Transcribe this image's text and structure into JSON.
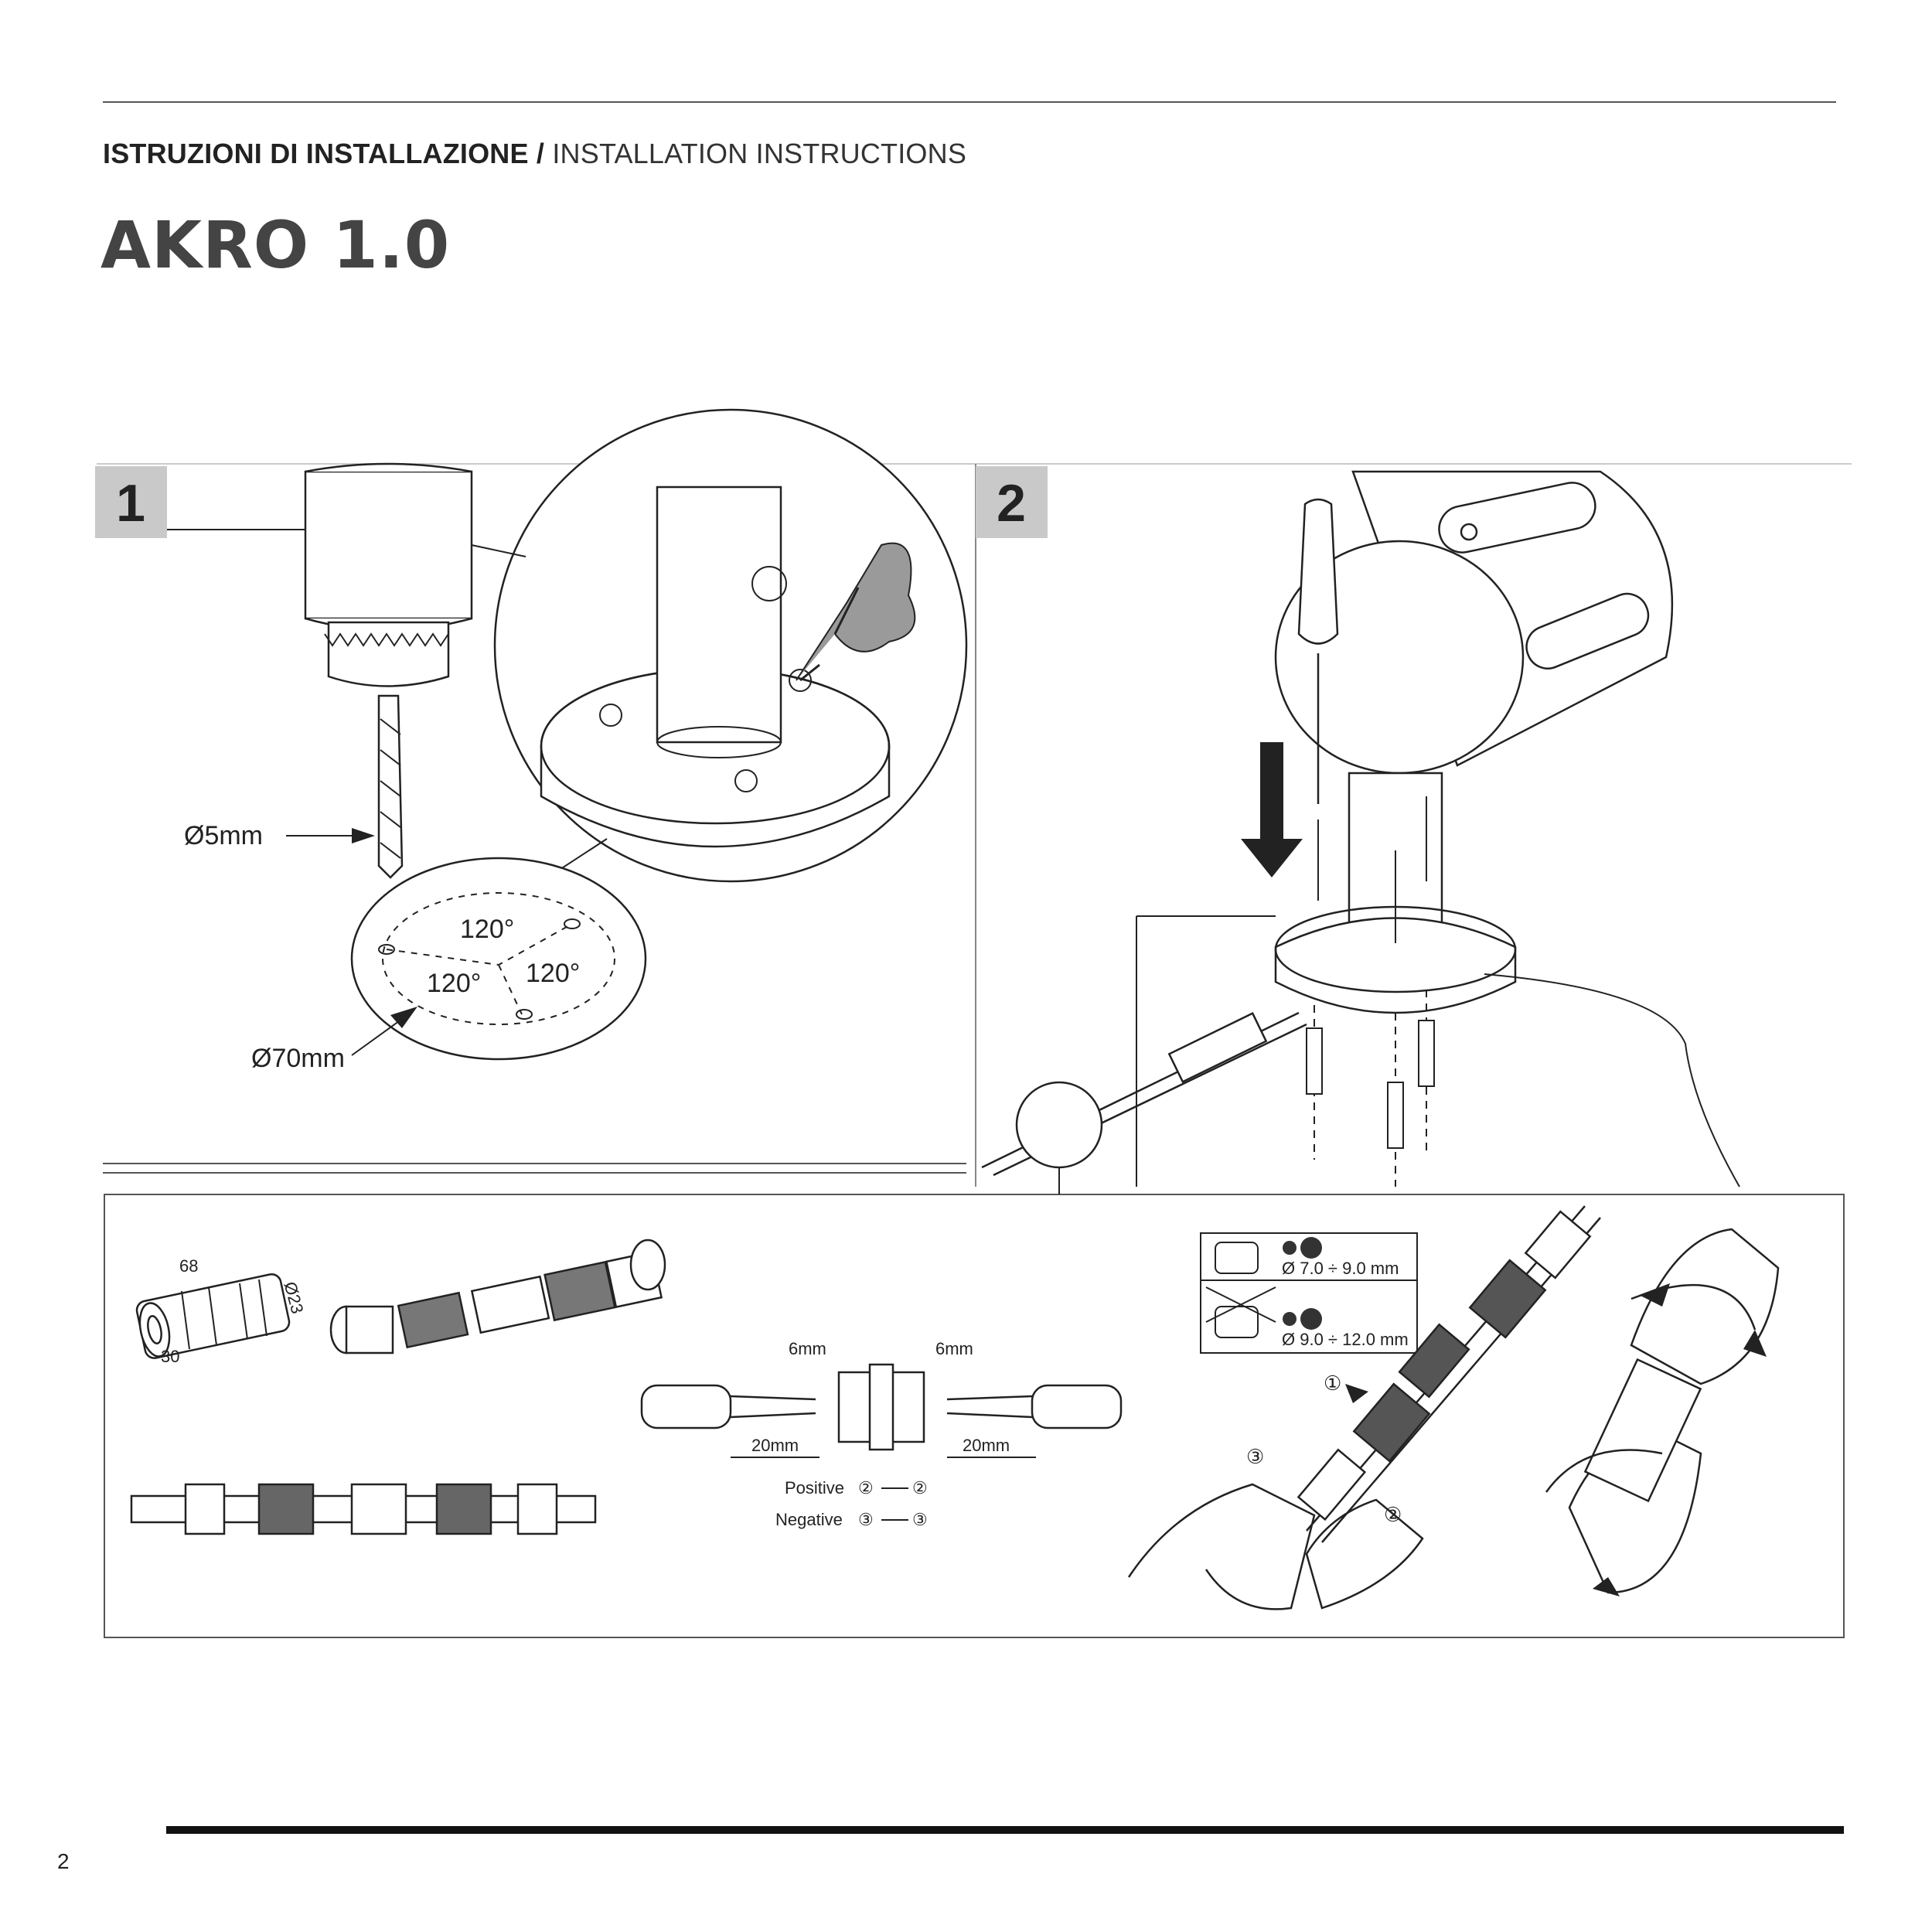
{
  "header": {
    "subtitle_it": "ISTRUZIONI DI INSTALLAZIONE /",
    "subtitle_en": " INSTALLATION INSTRUCTIONS",
    "title": "AKRO 1.0"
  },
  "steps": [
    {
      "number": "1",
      "drill_label": "Ø5mm",
      "angles": [
        "120°",
        "120°",
        "120°"
      ],
      "diameter_label": "Ø70mm"
    },
    {
      "number": "2"
    }
  ],
  "connector": {
    "length": "68",
    "diameter": "Ø23",
    "body_length": "30",
    "strip_short_left": "6mm",
    "strip_short_right": "6mm",
    "strip_long_left": "20mm",
    "strip_long_right": "20mm",
    "positive_label": "Positive",
    "negative_label": "Negative",
    "pos_a": "②",
    "pos_b": "②",
    "neg_a": "③",
    "neg_b": "③",
    "cable_range_ok": "Ø 7.0 ÷ 9.0 mm",
    "cable_range_alt": "Ø 9.0 ÷ 12.0 mm",
    "step_marks": [
      "①",
      "②",
      "③"
    ]
  },
  "footer": {
    "page_number": "2"
  }
}
